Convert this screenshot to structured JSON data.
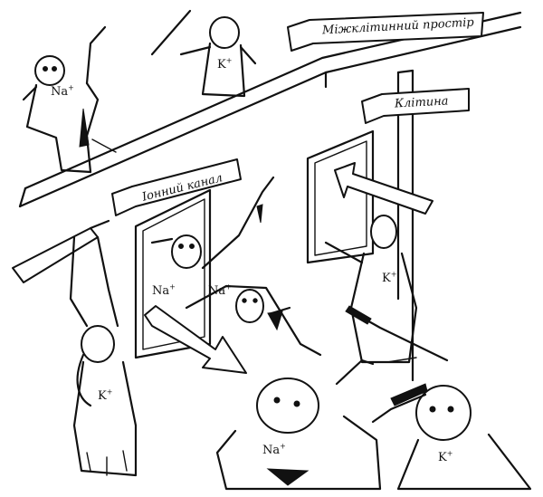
{
  "banners": {
    "intercellular_space": "Міжклітинний простір",
    "cell": "Клітина",
    "ion_channel": "Іонний канал"
  },
  "ions": {
    "na_base": "Na",
    "k_base": "K",
    "charge": "+"
  }
}
